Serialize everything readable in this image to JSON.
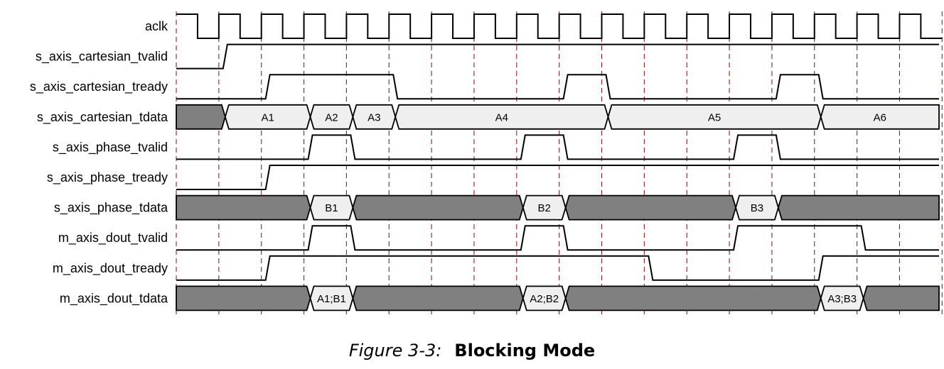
{
  "caption": {
    "figure": "Figure 3-3:",
    "title": "Blocking Mode"
  },
  "timing": {
    "colors": {
      "dont_care": "#808080",
      "data": "#efefef",
      "stroke": "#000000",
      "grid": "#8b2323"
    },
    "clock_periods": 18,
    "signals": [
      {
        "name": "aclk",
        "kind": "clock"
      },
      {
        "name": "s_axis_cartesian_tvalid",
        "kind": "bit",
        "initial": 0,
        "transitions": [
          [
            1.15,
            1
          ]
        ]
      },
      {
        "name": "s_axis_cartesian_tready",
        "kind": "bit",
        "initial": 0,
        "transitions": [
          [
            2.15,
            1
          ],
          [
            5.15,
            0
          ],
          [
            9.15,
            1
          ],
          [
            10.15,
            0
          ],
          [
            14.15,
            1
          ],
          [
            15.15,
            0
          ]
        ]
      },
      {
        "name": "s_axis_cartesian_tdata",
        "kind": "bus",
        "segments": [
          {
            "start": 0,
            "end": 1.15,
            "label": ""
          },
          {
            "start": 1.15,
            "end": 3.15,
            "label": "A1"
          },
          {
            "start": 3.15,
            "end": 4.15,
            "label": "A2"
          },
          {
            "start": 4.15,
            "end": 5.15,
            "label": "A3"
          },
          {
            "start": 5.15,
            "end": 10.15,
            "label": "A4"
          },
          {
            "start": 10.15,
            "end": 15.15,
            "label": "A5"
          },
          {
            "start": 15.15,
            "end": 18,
            "label": "A6"
          }
        ]
      },
      {
        "name": "s_axis_phase_tvalid",
        "kind": "bit",
        "initial": 0,
        "transitions": [
          [
            3.15,
            1
          ],
          [
            4.15,
            0
          ],
          [
            8.15,
            1
          ],
          [
            9.15,
            0
          ],
          [
            13.15,
            1
          ],
          [
            14.15,
            0
          ]
        ]
      },
      {
        "name": "s_axis_phase_tready",
        "kind": "bit",
        "initial": 0,
        "transitions": [
          [
            2.15,
            1
          ]
        ]
      },
      {
        "name": "s_axis_phase_tdata",
        "kind": "bus",
        "segments": [
          {
            "start": 0,
            "end": 3.15,
            "label": ""
          },
          {
            "start": 3.15,
            "end": 4.15,
            "label": "B1"
          },
          {
            "start": 4.15,
            "end": 8.15,
            "label": ""
          },
          {
            "start": 8.15,
            "end": 9.15,
            "label": "B2"
          },
          {
            "start": 9.15,
            "end": 13.15,
            "label": ""
          },
          {
            "start": 13.15,
            "end": 14.15,
            "label": "B3"
          },
          {
            "start": 14.15,
            "end": 18,
            "label": ""
          }
        ]
      },
      {
        "name": "m_axis_dout_tvalid",
        "kind": "bit",
        "initial": 0,
        "transitions": [
          [
            3.15,
            1
          ],
          [
            4.15,
            0
          ],
          [
            8.15,
            1
          ],
          [
            9.15,
            0
          ],
          [
            13.15,
            1
          ],
          [
            16.15,
            0
          ]
        ]
      },
      {
        "name": "m_axis_dout_tready",
        "kind": "bit",
        "initial": 0,
        "transitions": [
          [
            2.15,
            1
          ],
          [
            11.15,
            0
          ],
          [
            15.15,
            1
          ]
        ]
      },
      {
        "name": "m_axis_dout_tdata",
        "kind": "bus",
        "segments": [
          {
            "start": 0,
            "end": 3.15,
            "label": ""
          },
          {
            "start": 3.15,
            "end": 4.15,
            "label": "A1;B1"
          },
          {
            "start": 4.15,
            "end": 8.15,
            "label": ""
          },
          {
            "start": 8.15,
            "end": 9.15,
            "label": "A2;B2"
          },
          {
            "start": 9.15,
            "end": 15.15,
            "label": ""
          },
          {
            "start": 15.15,
            "end": 16.15,
            "label": "A3;B3"
          },
          {
            "start": 16.15,
            "end": 18,
            "label": ""
          }
        ]
      }
    ]
  }
}
